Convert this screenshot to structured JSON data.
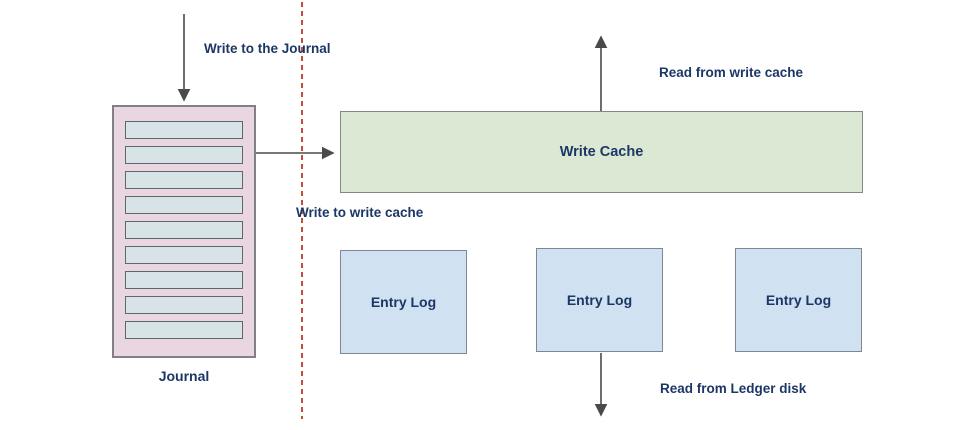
{
  "diagram": {
    "nodes": {
      "journal": {
        "label": "Journal",
        "slat_count": 9
      },
      "write_cache": {
        "label": "Write Cache"
      },
      "entry_logs": [
        {
          "label": "Entry Log"
        },
        {
          "label": "Entry Log"
        },
        {
          "label": "Entry Log"
        }
      ]
    },
    "flow_labels": {
      "write_to_journal": "Write to the Journal",
      "read_from_write_cache": "Read from write cache",
      "write_to_write_cache": "Write to write cache",
      "read_from_ledger_disk": "Read from Ledger disk"
    },
    "colors": {
      "background": "#ffffff",
      "text": "#1c3766",
      "journal_fill": "#e9d6e1",
      "journal_border": "#808088",
      "slat_fill": "#d7e3e7",
      "slat_border": "#5d686d",
      "cache_fill": "#dbe8d3",
      "cache_border": "#828a80",
      "entry_fill": "#d0e1f2",
      "entry_border": "#7d8894",
      "arrow": "#4a4a4a",
      "divider": "#c24f38"
    }
  }
}
